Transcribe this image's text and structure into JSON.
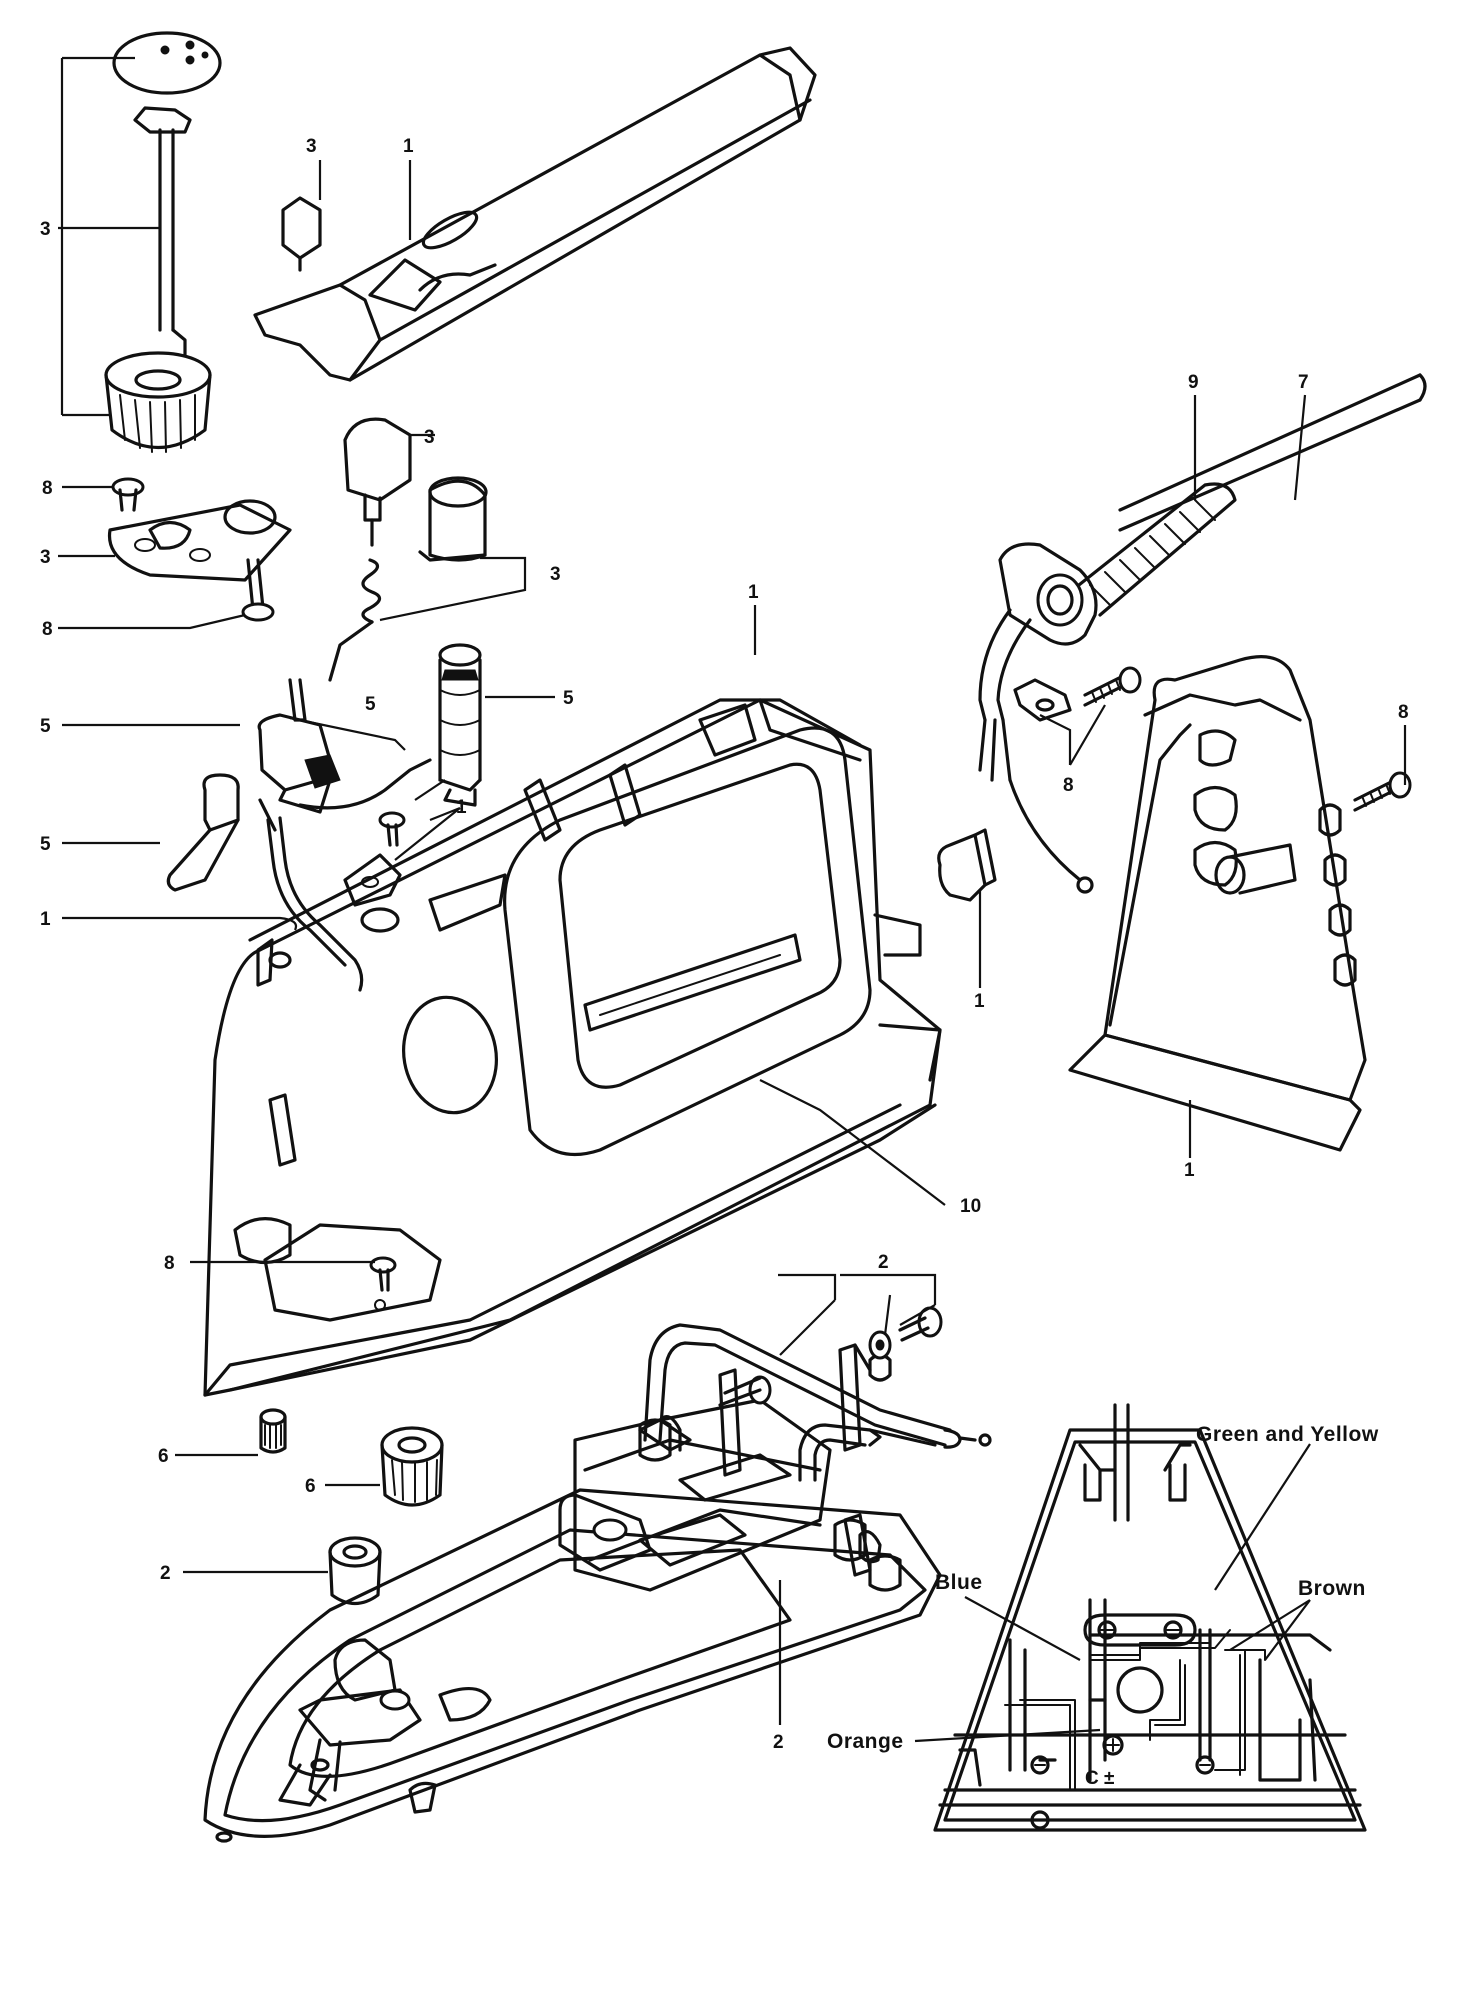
{
  "callouts": {
    "c1_handle": "1",
    "c1_screw": "1",
    "c1_cable": "1",
    "c1_plug": "1",
    "c1_rear": "1",
    "c1_body": "1",
    "c2_top": "2",
    "c2_left": "2",
    "c2_bottom": "2",
    "c3_knob": "3",
    "c3_button": "3",
    "c3_plate": "3",
    "c3_cap": "3",
    "c3_spring": "3",
    "c5_top": "5",
    "c5_wire": "5",
    "c5_pump": "5",
    "c5_tube": "5",
    "c6_small": "6",
    "c6_large": "6",
    "c7": "7",
    "c8_top": "8",
    "c8_mid": "8",
    "c8_cord": "8",
    "c8_rear": "8",
    "c8_base": "8",
    "c9": "9",
    "c10": "10"
  },
  "wiring": {
    "green_yellow": "Green and Yellow",
    "blue": "Blue",
    "brown": "Brown",
    "orange": "Orange"
  }
}
